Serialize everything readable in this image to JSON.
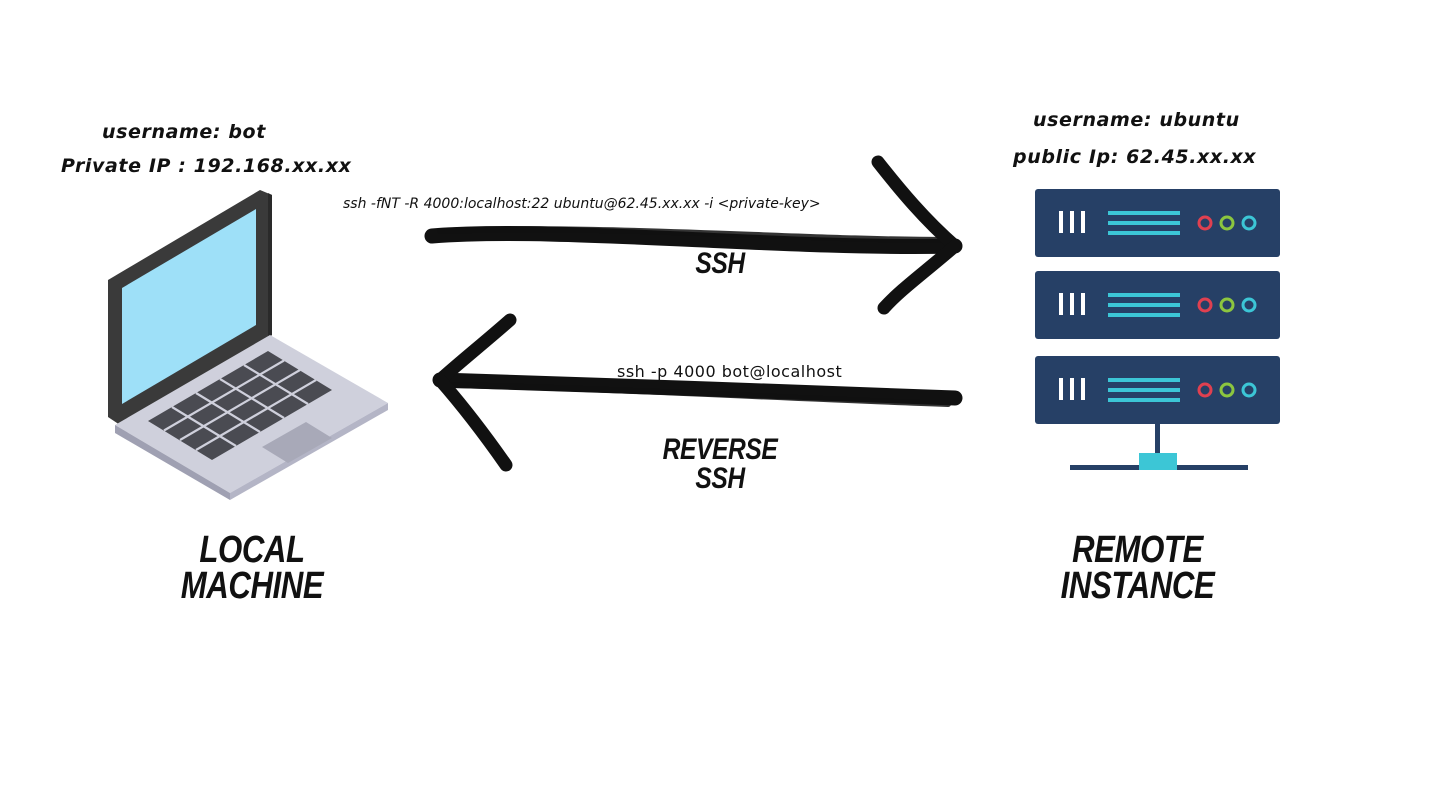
{
  "local": {
    "username": "username:  bot",
    "ip": "Private IP : 192.168.xx.xx",
    "caption": "LOCAL\nMACHINE"
  },
  "remote": {
    "username": "username:  ubuntu",
    "ip": "public Ip: 62.45.xx.xx",
    "caption": "REMOTE\nINSTANCE"
  },
  "forward": {
    "command": "ssh -fNT -R 4000:localhost:22 ubuntu@62.45.xx.xx -i <private-key>",
    "label": "SSH"
  },
  "reverse": {
    "command": "ssh -p 4000 bot@localhost",
    "label": "REVERSE\nSSH"
  },
  "icons": {
    "local": "laptop-icon",
    "remote": "server-rack-icon"
  },
  "colors": {
    "ink": "#111111",
    "laptop_body": "#3a3a3a",
    "laptop_screen": "#9ee0f8",
    "laptop_base": "#cfd0dc",
    "server_panel": "#264066",
    "server_stripe": "#3cc6d6",
    "led_red": "#e04050",
    "led_green": "#8cc63f",
    "led_cyan": "#3cc6d6"
  }
}
